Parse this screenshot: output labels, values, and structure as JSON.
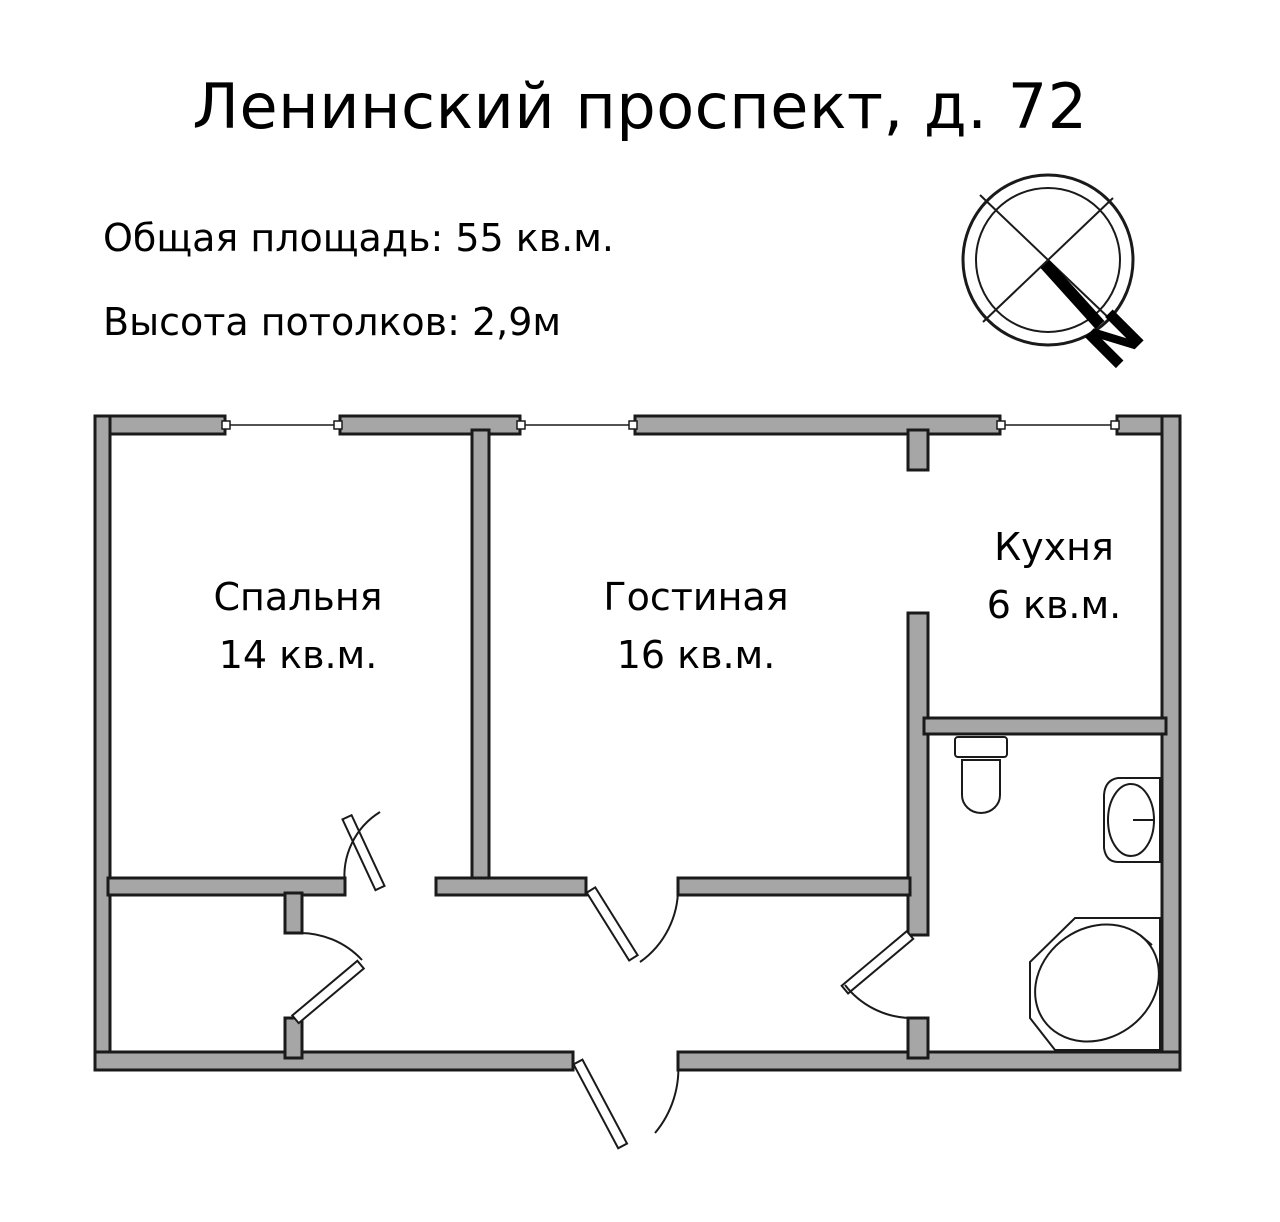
{
  "title": "Ленинский проспект, д. 72",
  "info": {
    "total_area": "Общая площадь: 55 кв.м.",
    "ceiling_height": "Высота потолков: 2,9м"
  },
  "compass": {
    "label": "N"
  },
  "rooms": {
    "bedroom": {
      "name": "Спальня",
      "area": "14 кв.м."
    },
    "living": {
      "name": "Гостиная",
      "area": "16 кв.м."
    },
    "kitchen": {
      "name": "Кухня",
      "area": "6 кв.м."
    }
  },
  "colors": {
    "wall": "#a6a6a6",
    "outline": "#1a1a1a",
    "background": "#ffffff"
  }
}
